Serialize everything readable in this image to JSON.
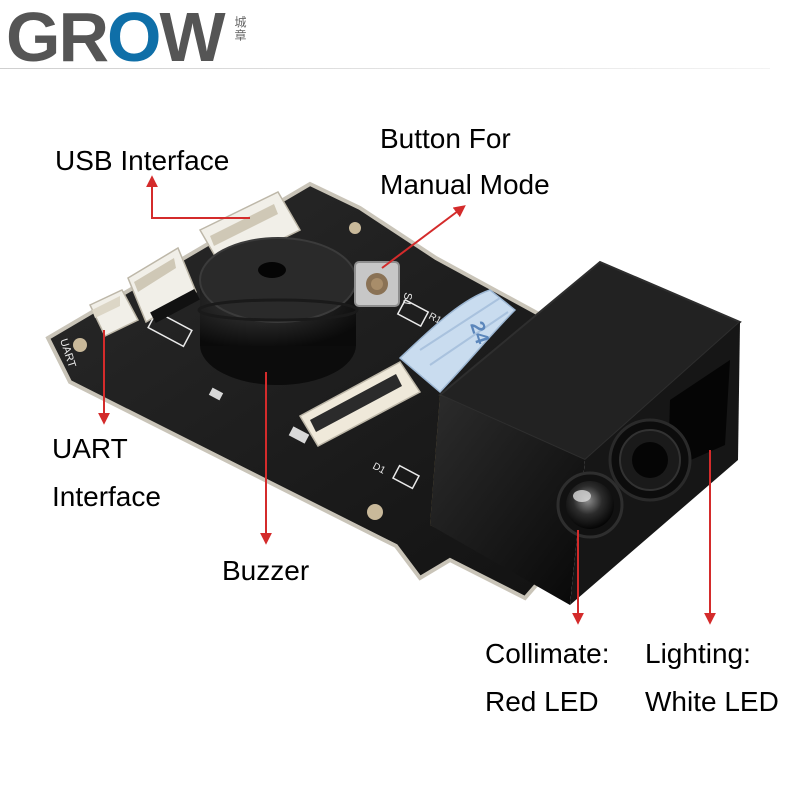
{
  "logo": {
    "brand": "GROW",
    "brand_chars": [
      "G",
      "R",
      "O",
      "W"
    ],
    "brand_cjk": "城章",
    "colors": {
      "gray": "#555555",
      "blue": "#0f6fa8"
    }
  },
  "callouts": {
    "usb": {
      "text": "USB Interface"
    },
    "button": {
      "line1": "Button For",
      "line2": "Manual Mode"
    },
    "uart": {
      "line1": "UART",
      "line2": "Interface"
    },
    "buzzer": {
      "text": "Buzzer"
    },
    "collimate": {
      "line1": "Collimate:",
      "line2": "Red LED"
    },
    "lighting": {
      "line1": "Lighting:",
      "line2": "White LED"
    }
  },
  "board_markings": {
    "uart_silk": "UART",
    "ribbon_code": "24",
    "s1": "S1",
    "r1": "R1",
    "d1": "D1"
  },
  "colors": {
    "arrow": "#d42b2b",
    "pcb": "#1b1b1b",
    "connector": "#f1efe8",
    "ribbon": "#c9dcef"
  }
}
